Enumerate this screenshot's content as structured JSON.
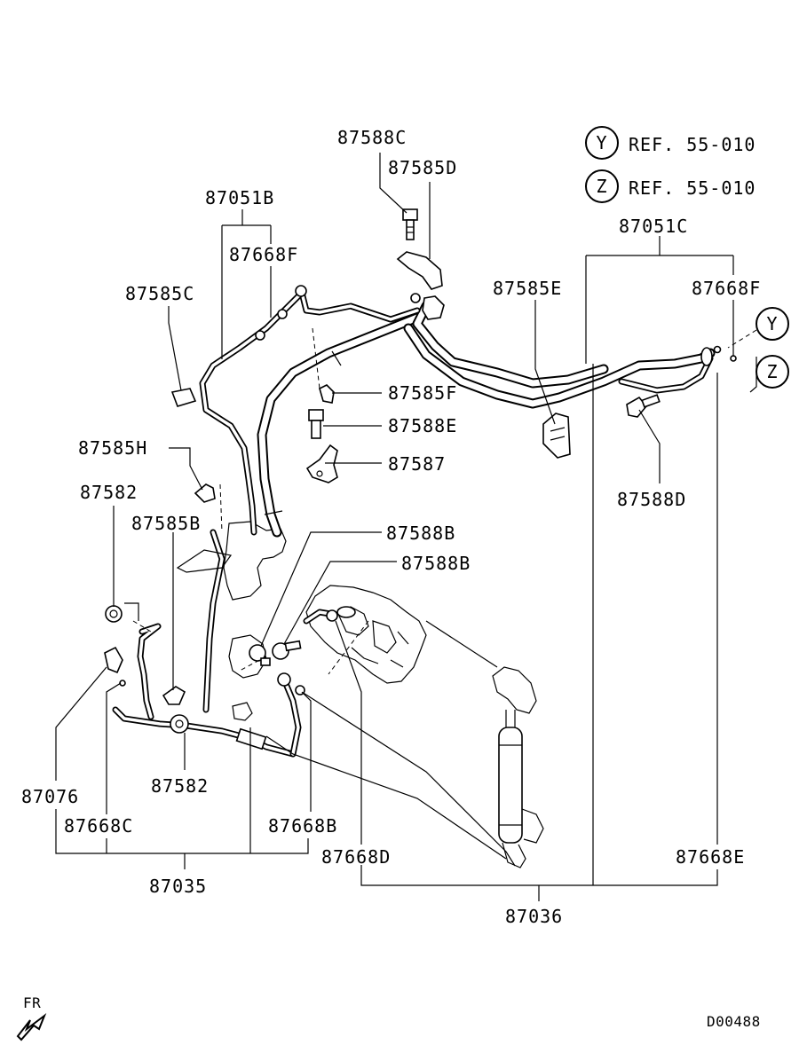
{
  "refs": [
    {
      "circle": "Y",
      "text": "REF. 55-010"
    },
    {
      "circle": "Z",
      "text": "REF. 55-010"
    }
  ],
  "connector_marks": {
    "y": "Y",
    "z": "Z"
  },
  "labels": {
    "p87588C": "87588C",
    "p87585D": "87585D",
    "p87051B": "87051B",
    "p87668F_left": "87668F",
    "p87585C": "87585C",
    "p87051C": "87051C",
    "p87668F_right": "87668F",
    "p87585E": "87585E",
    "p87585F": "87585F",
    "p87588E": "87588E",
    "p87587": "87587",
    "p87588D": "87588D",
    "p87585H": "87585H",
    "p87582_top": "87582",
    "p87585B": "87585B",
    "p87588B_1": "87588B",
    "p87588B_2": "87588B",
    "p87582_bottom": "87582",
    "p87076": "87076",
    "p87668C": "87668C",
    "p87668B": "87668B",
    "p87035": "87035",
    "p87668D": "87668D",
    "p87668E": "87668E",
    "p87036": "87036"
  },
  "direction_label": "FR",
  "drawing_code": "D00488"
}
